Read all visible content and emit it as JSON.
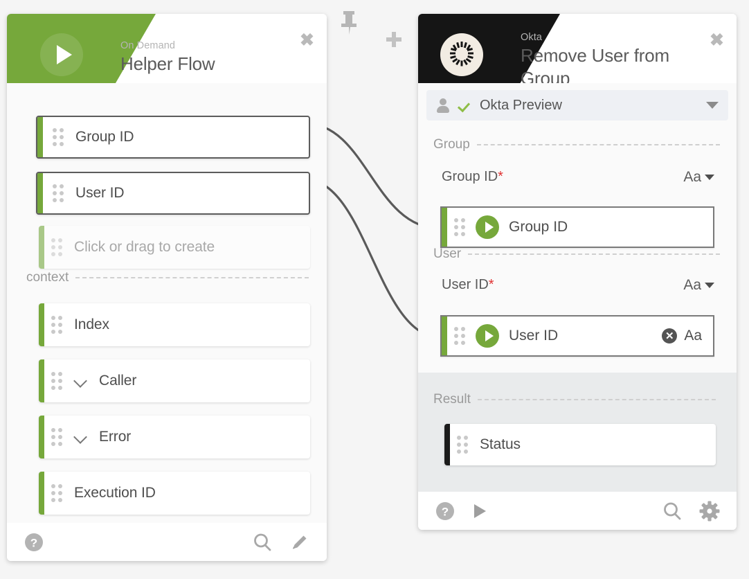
{
  "theme": {
    "green": "#76a83b",
    "green_light": "#a9c888",
    "black": "#151515",
    "required_red": "#e03232",
    "canvas_bg": "#f5f5f5",
    "panel_bg": "#fafafa",
    "result_bg": "#e9ebec",
    "connector_stroke": "#5a5a5a"
  },
  "canvas_tools": [
    {
      "name": "pin-icon",
      "label": "Pin"
    },
    {
      "name": "add-icon",
      "label": "Add"
    }
  ],
  "left_card": {
    "header": {
      "subtitle": "On Demand",
      "title": "Helper Flow",
      "badge_icon": "play-icon",
      "close_label": "✖"
    },
    "inputs": [
      {
        "label": "Group ID",
        "state": "selected"
      },
      {
        "label": "User ID",
        "state": "selected"
      },
      {
        "label": "Click or drag to create",
        "state": "placeholder"
      }
    ],
    "section": {
      "label": "context"
    },
    "context_items": [
      {
        "label": "Index",
        "expandable": false
      },
      {
        "label": "Caller",
        "expandable": true
      },
      {
        "label": "Error",
        "expandable": true
      },
      {
        "label": "Execution ID",
        "expandable": false
      }
    ],
    "footer": {
      "left_icons": [
        {
          "name": "help-icon",
          "label": "?"
        }
      ],
      "right_icons": [
        {
          "name": "search-icon",
          "label": "Search"
        },
        {
          "name": "edit-pencil-icon",
          "label": "Edit"
        }
      ]
    }
  },
  "right_card": {
    "header": {
      "subtitle": "Okta",
      "title": "Remove User from Group",
      "badge_icon": "okta-logo-icon",
      "close_label": "✖"
    },
    "connection": {
      "name": "Okta Preview",
      "status_icon": "check-icon",
      "account_icon": "person-icon",
      "caret_icon": "chevron-down-icon"
    },
    "sections": [
      {
        "label": "Group",
        "fields": [
          {
            "label": "Group ID",
            "required": true,
            "type_control": "Aa",
            "value": "Group ID",
            "value_icon": "play-icon",
            "has_clear": false
          }
        ]
      },
      {
        "label": "User",
        "fields": [
          {
            "label": "User ID",
            "required": true,
            "type_control": "Aa",
            "value": "User ID",
            "value_icon": "play-icon",
            "has_clear": true,
            "clear_label": "✕",
            "inline_type_label": "Aa"
          }
        ]
      }
    ],
    "result": {
      "label": "Result",
      "items": [
        {
          "label": "Status"
        }
      ]
    },
    "footer": {
      "left_icons": [
        {
          "name": "help-icon",
          "label": "?"
        },
        {
          "name": "run-play-icon",
          "label": "Run"
        }
      ],
      "right_icons": [
        {
          "name": "search-icon",
          "label": "Search"
        },
        {
          "name": "settings-gear-icon",
          "label": "Settings"
        }
      ]
    }
  }
}
